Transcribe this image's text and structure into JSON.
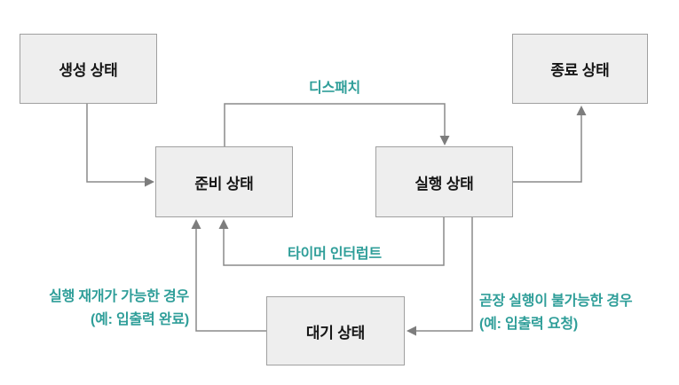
{
  "diagram": {
    "type": "state-diagram",
    "nodes": [
      {
        "id": "created",
        "label": "생성 상태"
      },
      {
        "id": "terminated",
        "label": "종료 상태"
      },
      {
        "id": "ready",
        "label": "준비 상태"
      },
      {
        "id": "running",
        "label": "실행 상태"
      },
      {
        "id": "waiting",
        "label": "대기 상태"
      }
    ],
    "edges": [
      {
        "from": "created",
        "to": "ready",
        "label": ""
      },
      {
        "from": "ready",
        "to": "running",
        "label": "디스패치"
      },
      {
        "from": "running",
        "to": "terminated",
        "label": ""
      },
      {
        "from": "running",
        "to": "ready",
        "label": "타이머 인터럽트"
      },
      {
        "from": "running",
        "to": "waiting",
        "label_line1": "곧장 실행이 불가능한 경우",
        "label_line2": "(예: 입출력 요청)"
      },
      {
        "from": "waiting",
        "to": "ready",
        "label_line1": "실행 재개가 가능한 경우",
        "label_line2": "(예: 입출력 완료)"
      }
    ],
    "colors": {
      "edge_label_teal": "#2f9e99",
      "node_fill": "#eeeeee",
      "node_border": "#a0a0a0",
      "connector_gray": "#8a8a8a",
      "node_text": "#171717",
      "background": "#ffffff"
    }
  }
}
